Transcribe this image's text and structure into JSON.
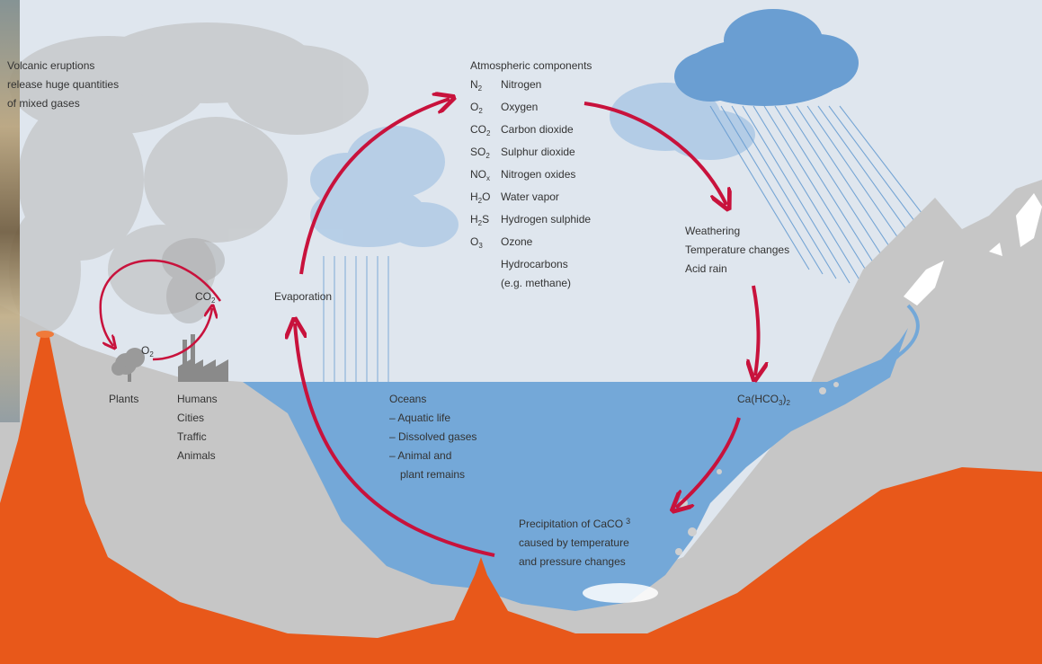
{
  "labels": {
    "volcanic": [
      "Volcanic eruptions",
      "release huge quantities",
      "of mixed gases"
    ],
    "atmosphere_title": "Atmospheric components",
    "atmosphere_items": [
      {
        "formula": "N",
        "sub": "2",
        "name": "Nitrogen"
      },
      {
        "formula": "O",
        "sub": "2",
        "name": "Oxygen"
      },
      {
        "formula": "CO",
        "sub": "2",
        "name": "Carbon dioxide"
      },
      {
        "formula": "SO",
        "sub": "2",
        "name": "Sulphur dioxide"
      },
      {
        "formula": "NO",
        "sub": "x",
        "name": "Nitrogen oxides"
      },
      {
        "formula": "H",
        "sub": "2",
        "after": "O",
        "name": "Water vapor"
      },
      {
        "formula": "H",
        "sub": "2",
        "after": "S",
        "name": "Hydrogen sulphide"
      },
      {
        "formula": "O",
        "sub": "3",
        "name": "Ozone"
      },
      {
        "formula": "",
        "sub": "",
        "name": "Hydrocarbons"
      },
      {
        "formula": "",
        "sub": "",
        "name": "(e.g. methane)"
      }
    ],
    "weathering": [
      "Weathering",
      "Temperature changes",
      "Acid rain"
    ],
    "evaporation": "Evaporation",
    "co2": "CO",
    "co2_sub": "2",
    "o2": "O",
    "o2_sub": "2",
    "plants": "Plants",
    "humans": [
      "Humans",
      "Cities",
      "Traffic",
      "Animals"
    ],
    "oceans": [
      "Oceans",
      "– Aquatic life",
      "– Dissolved gases",
      "– Animal and",
      "plant remains"
    ],
    "bicarbonate": "Ca(HCO",
    "bicarbonate_sub": "3",
    "bicarbonate_tail": ")",
    "bicarbonate_sub2": "2",
    "precipitation": [
      "Precipitation of CaCO",
      "caused by temperature",
      "and pressure changes"
    ],
    "precipitation_sub": "3"
  },
  "colors": {
    "sky": "#dfe6ee",
    "ground": "#c6c6c6",
    "magma": "#e8581a",
    "ocean": "#74a8d8",
    "cycle_arrow": "#c8123c",
    "cloud_dark": "#6a9ed2",
    "cloud_light": "#b3cce6",
    "smoke": "#b9b9b9",
    "text": "#333333"
  }
}
